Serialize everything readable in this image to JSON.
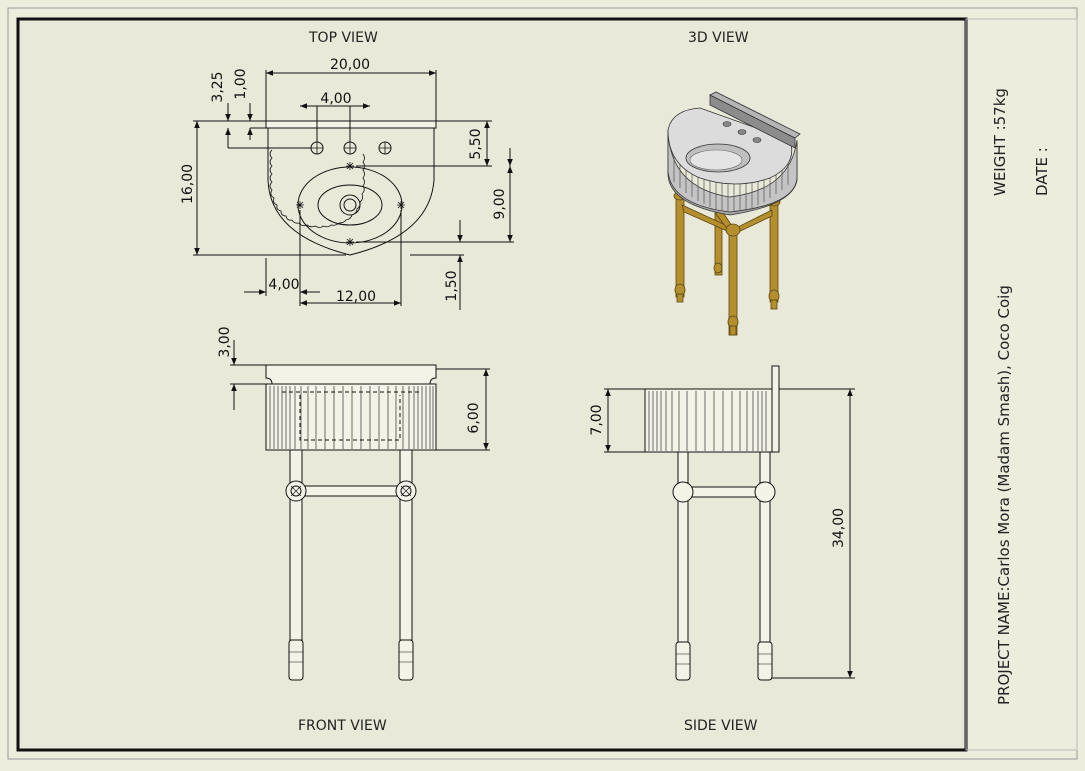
{
  "views": {
    "top": "TOP VIEW",
    "threed": "3D VIEW",
    "front": "FRONT VIEW",
    "side": "SIDE VIEW"
  },
  "title_block": {
    "project": "PROJECT NAME:Carlos Mora (Madam Smash), Coco Coig",
    "weight": "WEIGHT :57kg",
    "date": "DATE :"
  },
  "dimensions": {
    "top": {
      "overall_width": "20,00",
      "hole_spacing": "4,00",
      "back_offset_a": "3,25",
      "back_offset_b": "1,00",
      "depth": "16,00",
      "hole_row": "5,50",
      "basin_center": "9,00",
      "front_gap": "1,50",
      "left_offset": "4,00",
      "basin_width": "12,00"
    },
    "front": {
      "backsplash": "3,00",
      "bowl_height": "6,00"
    },
    "side": {
      "bowl_height": "7,00",
      "total_height": "34,00"
    }
  },
  "colors": {
    "background": "#ededde",
    "sheet": "#e9e9d9",
    "legs": "#b58f2e",
    "basin": "#c9c9c9"
  }
}
